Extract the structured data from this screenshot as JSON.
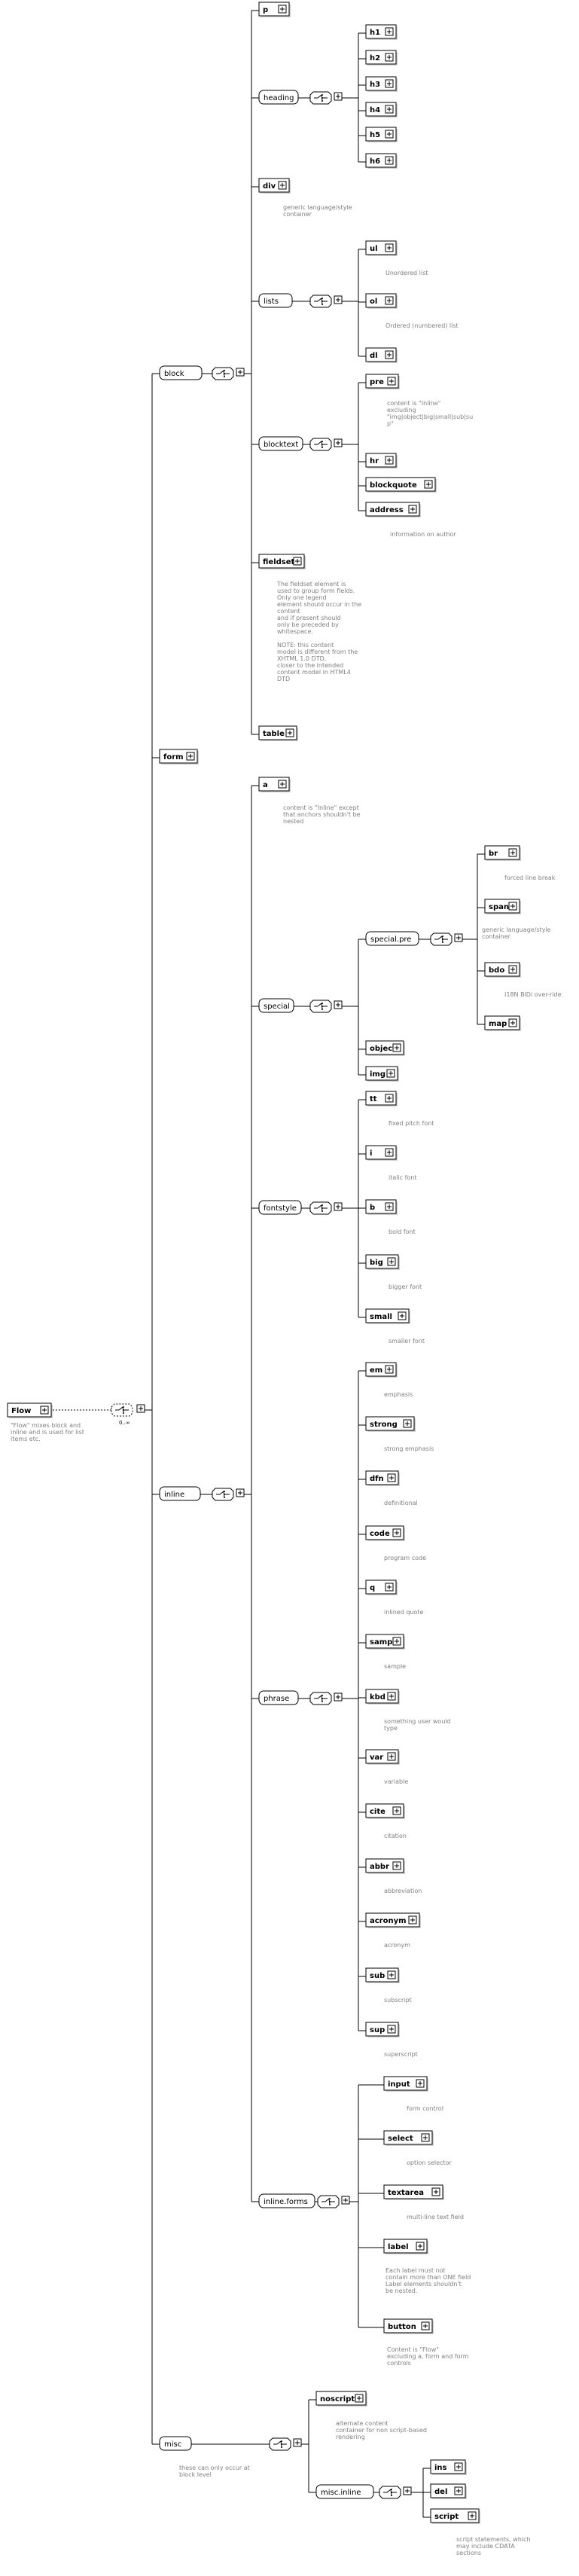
{
  "root": {
    "name": "Flow",
    "note": [
      "\"Flow\" mixes block and",
      "inline and is used for list",
      "items etc."
    ],
    "occurrence": "0..∞"
  },
  "block": {
    "name": "block"
  },
  "form": {
    "name": "form"
  },
  "inline": {
    "name": "inline"
  },
  "misc": {
    "name": "misc",
    "note": [
      "these can only occur at",
      "block level"
    ]
  },
  "block_children": [
    {
      "id": "p",
      "name": "p"
    },
    {
      "id": "heading",
      "name": "heading"
    },
    {
      "id": "div",
      "name": "div",
      "note": [
        "generic language/style",
        "container"
      ]
    },
    {
      "id": "lists",
      "name": "lists"
    },
    {
      "id": "blocktext",
      "name": "blocktext"
    },
    {
      "id": "fieldset",
      "name": "fieldset",
      "note": [
        "The fieldset element is",
        "used to group form fields.",
        "Only one legend",
        "element should occur in the",
        "content",
        "and if present should",
        "only be preceded by",
        "whitespace.",
        "",
        "NOTE: this content",
        "model is different from the",
        "XHTML 1.0 DTD,",
        "closer to the intended",
        "content model in HTML4",
        "DTD"
      ]
    },
    {
      "id": "table",
      "name": "table"
    }
  ],
  "headings": [
    "h1",
    "h2",
    "h3",
    "h4",
    "h5",
    "h6"
  ],
  "lists": [
    {
      "name": "ul",
      "note": [
        "Unordered list"
      ]
    },
    {
      "name": "ol",
      "note": [
        "Ordered (numbered) list"
      ]
    },
    {
      "name": "dl",
      "note": []
    }
  ],
  "blocktext": [
    {
      "name": "pre",
      "note": [
        "content is \"Inline\"",
        "excluding",
        "\"img|object|big|small|sub|su",
        "p\""
      ]
    },
    {
      "name": "hr",
      "note": []
    },
    {
      "name": "blockquote",
      "note": []
    },
    {
      "name": "address",
      "note": [
        "information on author"
      ]
    }
  ],
  "inline_children": [
    {
      "id": "a",
      "name": "a",
      "note": [
        "content is \"Inline\" except",
        "that anchors shouldn't be",
        "nested"
      ]
    },
    {
      "id": "special",
      "name": "special"
    },
    {
      "id": "fontstyle",
      "name": "fontstyle"
    },
    {
      "id": "phrase",
      "name": "phrase"
    },
    {
      "id": "inlineforms",
      "name": "inline.forms"
    }
  ],
  "special": [
    {
      "name": "special.pre"
    },
    {
      "name": "object"
    },
    {
      "name": "img"
    }
  ],
  "special_pre": [
    {
      "name": "br",
      "note": [
        "forced line break"
      ]
    },
    {
      "name": "span",
      "note": [
        "generic language/style",
        "container"
      ]
    },
    {
      "name": "bdo",
      "note": [
        "I18N BiDi over-ride"
      ]
    },
    {
      "name": "map",
      "note": []
    }
  ],
  "fontstyle": [
    {
      "name": "tt",
      "note": [
        "fixed pitch font"
      ]
    },
    {
      "name": "i",
      "note": [
        "italic font"
      ]
    },
    {
      "name": "b",
      "note": [
        "bold font"
      ]
    },
    {
      "name": "big",
      "note": [
        "bigger font"
      ]
    },
    {
      "name": "small",
      "note": [
        "smaller font"
      ]
    }
  ],
  "phrase": [
    {
      "name": "em",
      "note": [
        "emphasis"
      ]
    },
    {
      "name": "strong",
      "note": [
        "strong emphasis"
      ]
    },
    {
      "name": "dfn",
      "note": [
        "definitional"
      ]
    },
    {
      "name": "code",
      "note": [
        "program code"
      ]
    },
    {
      "name": "q",
      "note": [
        "inlined quote"
      ]
    },
    {
      "name": "samp",
      "note": [
        "sample"
      ]
    },
    {
      "name": "kbd",
      "note": [
        "something user would",
        "type"
      ]
    },
    {
      "name": "var",
      "note": [
        "variable"
      ]
    },
    {
      "name": "cite",
      "note": [
        "citation"
      ]
    },
    {
      "name": "abbr",
      "note": [
        "abbreviation"
      ]
    },
    {
      "name": "acronym",
      "note": [
        "acronym"
      ]
    },
    {
      "name": "sub",
      "note": [
        "subscript"
      ]
    },
    {
      "name": "sup",
      "note": [
        "superscript"
      ]
    }
  ],
  "inline_forms": [
    {
      "name": "input",
      "note": [
        "form control"
      ]
    },
    {
      "name": "select",
      "note": [
        "option selector"
      ]
    },
    {
      "name": "textarea",
      "note": [
        "multi-line text field"
      ]
    },
    {
      "name": "label",
      "note": [
        "Each label must not",
        "contain more than ONE field",
        "Label elements shouldn't",
        "be nested."
      ]
    },
    {
      "name": "button",
      "note": [
        "Content is \"Flow\"",
        "excluding a, form and form",
        "controls"
      ]
    }
  ],
  "misc_children": [
    {
      "name": "noscript",
      "note": [
        "alternate content",
        "container for non script-based",
        "rendering"
      ]
    },
    {
      "name": "misc.inline",
      "note": []
    }
  ],
  "misc_inline": [
    {
      "name": "ins",
      "note": []
    },
    {
      "name": "del",
      "note": []
    },
    {
      "name": "script",
      "note": [
        "script statements, which",
        "may include CDATA",
        "sections"
      ]
    }
  ]
}
